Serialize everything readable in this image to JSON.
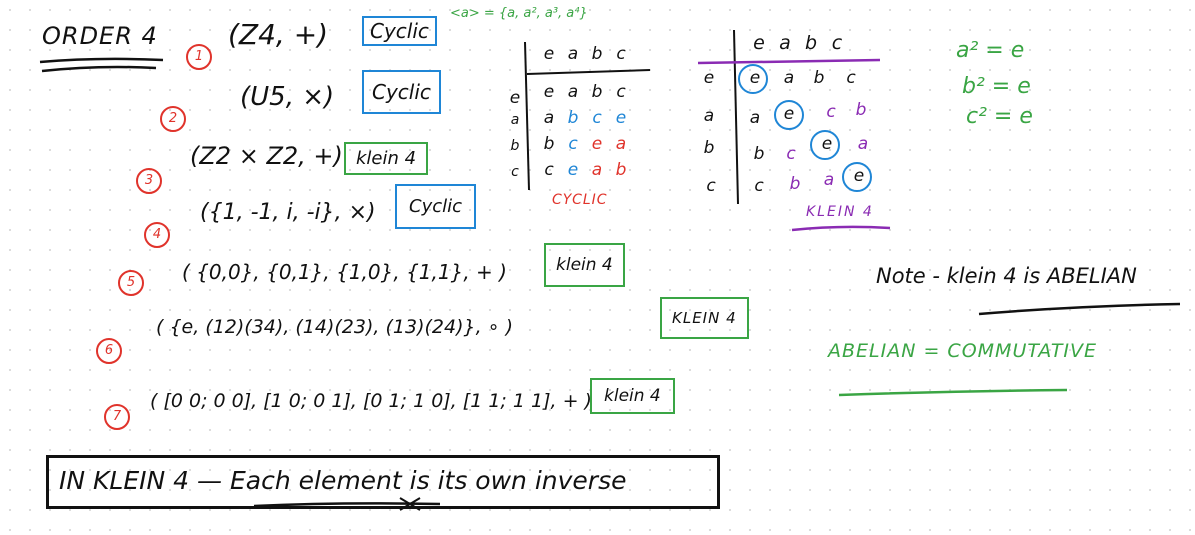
{
  "title": "ORDER 4",
  "examples": [
    {
      "num": "1",
      "set": "(Z4, +)",
      "label": "Cyclic",
      "kind": "cyclic"
    },
    {
      "num": "2",
      "set": "(U5, ×)",
      "label": "Cyclic",
      "kind": "cyclic"
    },
    {
      "num": "3",
      "set": "(Z2 × Z2, +)",
      "label": "klein 4",
      "kind": "klein"
    },
    {
      "num": "4",
      "set": "({1, -1, i, -i}, ×)",
      "label": "Cyclic",
      "kind": "cyclic"
    },
    {
      "num": "5",
      "set": "( {0,0}, {0,1}, {1,0}, {1,1}, + )",
      "label": "klein 4",
      "kind": "klein"
    },
    {
      "num": "6",
      "set": "( {e, (12)(34), (14)(23), (13)(24)}, ∘ )",
      "label": "KLEIN 4",
      "kind": "klein"
    },
    {
      "num": "7",
      "set": "( [0 0; 0 0], [1 0; 0 1], [0 1; 1 0], [1 1; 1 1], + )",
      "label": "klein 4",
      "kind": "klein"
    }
  ],
  "generator_note": "<a> = {a, a², a³, a⁴}",
  "cyclic_table": {
    "header": [
      "e",
      "a",
      "b",
      "c"
    ],
    "rows": [
      {
        "label": "e",
        "cells": [
          "e",
          "a",
          "b",
          "c"
        ]
      },
      {
        "label": "a",
        "cells": [
          "a",
          "b",
          "c",
          "e"
        ]
      },
      {
        "label": "b",
        "cells": [
          "b",
          "c",
          "e",
          "a"
        ]
      },
      {
        "label": "c",
        "cells": [
          "c",
          "e",
          "a",
          "b"
        ]
      }
    ],
    "caption": "CYCLIC"
  },
  "klein_table": {
    "header": [
      "e",
      "a",
      "b",
      "c"
    ],
    "rows": [
      {
        "label": "e",
        "cells": [
          "e",
          "a",
          "b",
          "c"
        ]
      },
      {
        "label": "a",
        "cells": [
          "a",
          "e",
          "c",
          "b"
        ]
      },
      {
        "label": "b",
        "cells": [
          "b",
          "c",
          "e",
          "a"
        ]
      },
      {
        "label": "c",
        "cells": [
          "c",
          "b",
          "a",
          "e"
        ]
      }
    ],
    "caption": "KLEIN 4"
  },
  "squares": [
    "a² = e",
    "b² = e",
    "c² = e"
  ],
  "note": "Note - klein 4 is ABELIAN",
  "abelian_def": "ABELIAN = COMMUTATIVE",
  "footer": "IN KLEIN 4 — Each element is its own inverse",
  "colors": {
    "black": "#111111",
    "red": "#e0332b",
    "blue": "#1f86d6",
    "green": "#3aa544",
    "purple": "#8a2bb3"
  }
}
